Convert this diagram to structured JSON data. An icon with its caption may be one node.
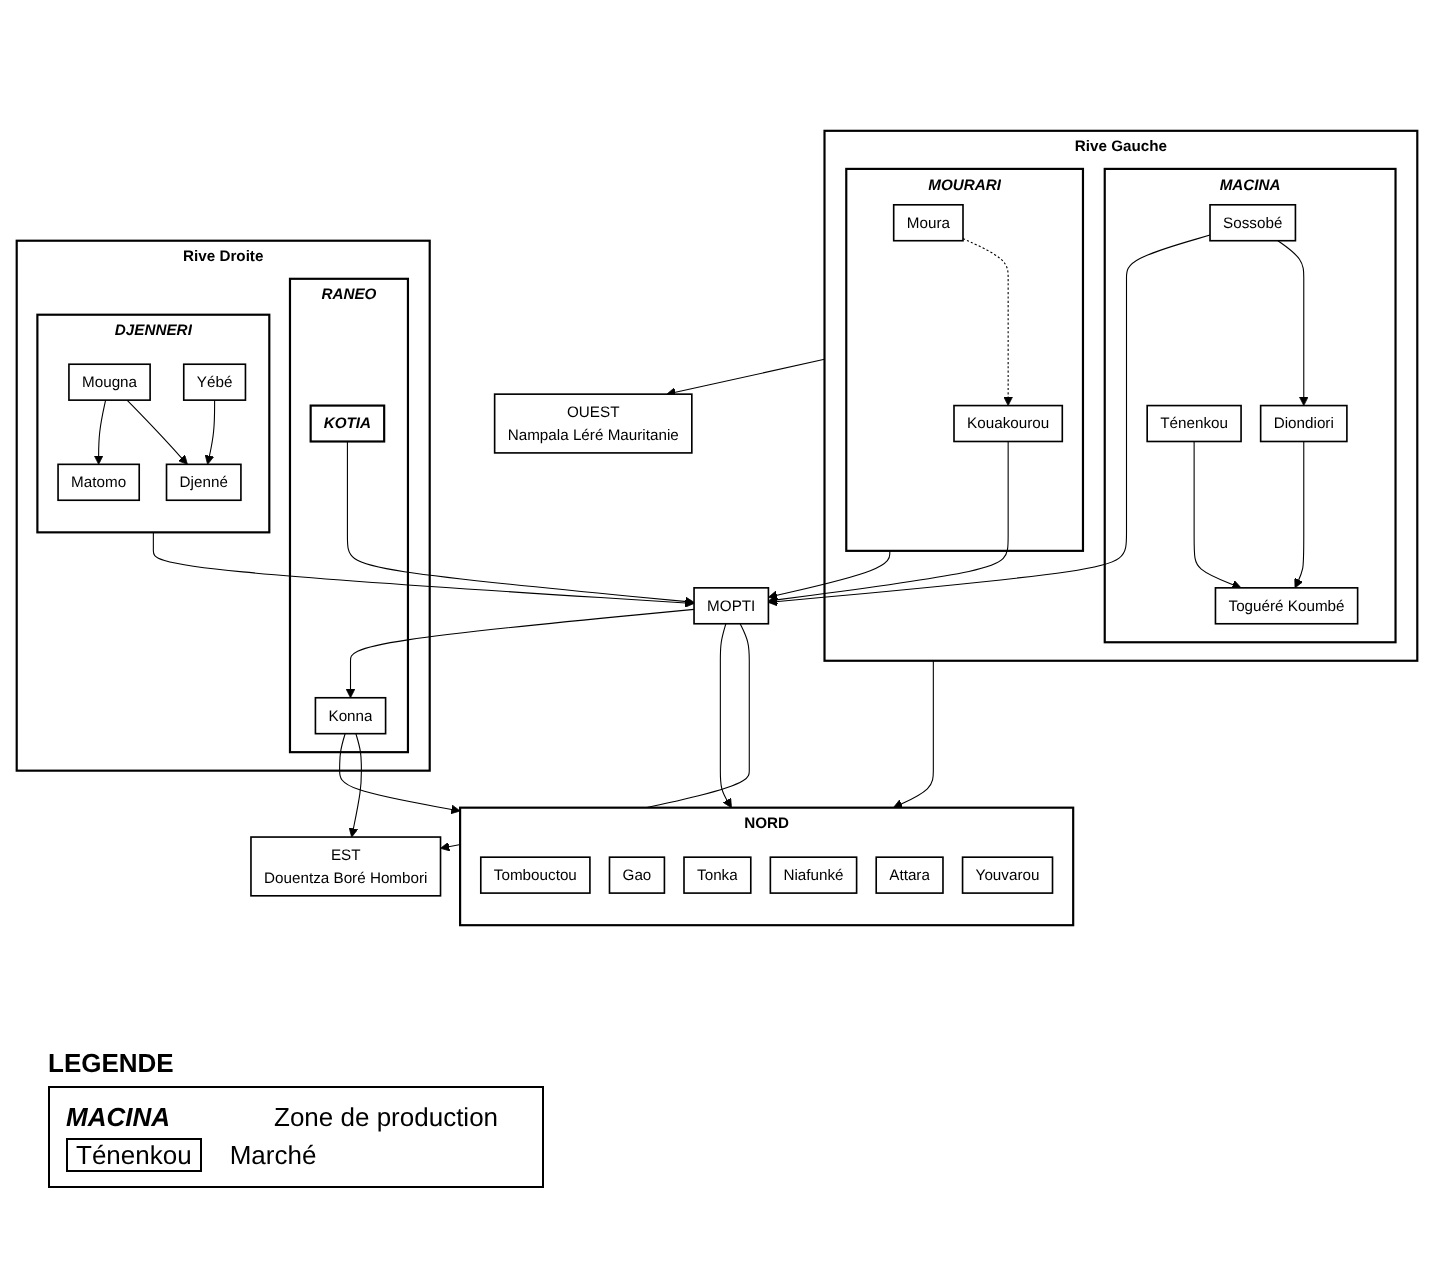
{
  "diagram": {
    "nodes": [
      {
        "text": [
          "NORD"
        ]
      },
      {
        "text": [
          "Tombouctou"
        ],
        "in": 0
      },
      {
        "text": [
          "Gao"
        ],
        "in": 0
      },
      {
        "text": [
          "Tonka"
        ],
        "in": 0
      },
      {
        "text": [
          "Niafunké"
        ],
        "in": 0
      },
      {
        "text": [
          "Attara"
        ],
        "in": 0
      },
      {
        "text": [
          "Youvarou"
        ],
        "in": 0
      },
      {
        "text": [
          "EST",
          "Douentza Boré Hombori"
        ]
      },
      {
        "text": [
          "OUEST",
          "Nampala Léré Mauritanie"
        ]
      },
      {
        "text": [
          "Rive Gauche"
        ]
      },
      {
        "text": [
          "MACINA"
        ],
        "in": 9
      },
      {
        "text": [
          "Toguéré Koumbé"
        ],
        "in": 10
      },
      {
        "text": [
          "Diondiori"
        ],
        "in": 10
      },
      {
        "text": [
          "Sossobé"
        ],
        "in": 10
      },
      {
        "text": [
          "Ténenkou"
        ],
        "in": 10
      },
      {
        "text": [
          "MOURARI"
        ],
        "in": 9
      },
      {
        "text": [
          "Moura"
        ],
        "in": 15
      },
      {
        "text": [
          "Kouakourou"
        ],
        "in": 15
      },
      {
        "text": [
          "Rive Droite"
        ]
      },
      {
        "text": [
          "RANEO"
        ],
        "in": 18
      },
      {
        "text": [
          "Konna"
        ],
        "in": 19
      },
      {
        "text": [
          "MOPTI"
        ]
      },
      {
        "text": [
          "KOTIA"
        ],
        "in": 19
      },
      {
        "text": [
          "DJENNERI"
        ],
        "in": 18
      },
      {
        "text": [
          "Matomo"
        ],
        "in": 23
      },
      {
        "text": [
          "Djenné"
        ],
        "in": 23
      },
      {
        "text": [
          "Mougna"
        ],
        "in": 23
      },
      {
        "text": [
          "Yébé"
        ],
        "in": 23
      }
    ],
    "edges": [
      {
        "from": 9,
        "to": 0,
        "arrow": "to"
      },
      {
        "from": 9,
        "to": 8,
        "arrow": "to"
      },
      {
        "from": 20,
        "to": 0,
        "arrow": "to"
      },
      {
        "from": 20,
        "to": 7,
        "arrow": "to"
      },
      {
        "from": 21,
        "to": 0,
        "arrow": "to"
      },
      {
        "from": 21,
        "to": 7,
        "arrow": "to"
      },
      {
        "from": 13,
        "to": 12,
        "arrow": "to"
      },
      {
        "from": 12,
        "to": 11,
        "arrow": "to"
      },
      {
        "from": 14,
        "to": 11,
        "arrow": "to"
      },
      {
        "from": 13,
        "to": 21,
        "arrow": "to"
      },
      {
        "from": 21,
        "to": 20,
        "arrow": "to"
      },
      {
        "from": 22,
        "to": 21,
        "arrow": "to"
      },
      {
        "from": 16,
        "to": 17,
        "arrow": "to",
        "style": "dashed"
      },
      {
        "from": 17,
        "to": 21,
        "arrow": "to"
      },
      {
        "from": 15,
        "to": 21,
        "arrow": "to"
      },
      {
        "from": 23,
        "to": 21,
        "arrow": "to"
      },
      {
        "from": 26,
        "to": 24,
        "arrow": "to"
      },
      {
        "from": 26,
        "to": 25,
        "arrow": "to"
      },
      {
        "from": 27,
        "to": 25,
        "arrow": "to"
      }
    ],
    "labels": [
      "LEGENDE",
      "MACINA",
      "Ténenkou"
    ],
    "legend": [
      {
        "text": "Zone de production"
      },
      {
        "text": "Marché"
      }
    ]
  }
}
